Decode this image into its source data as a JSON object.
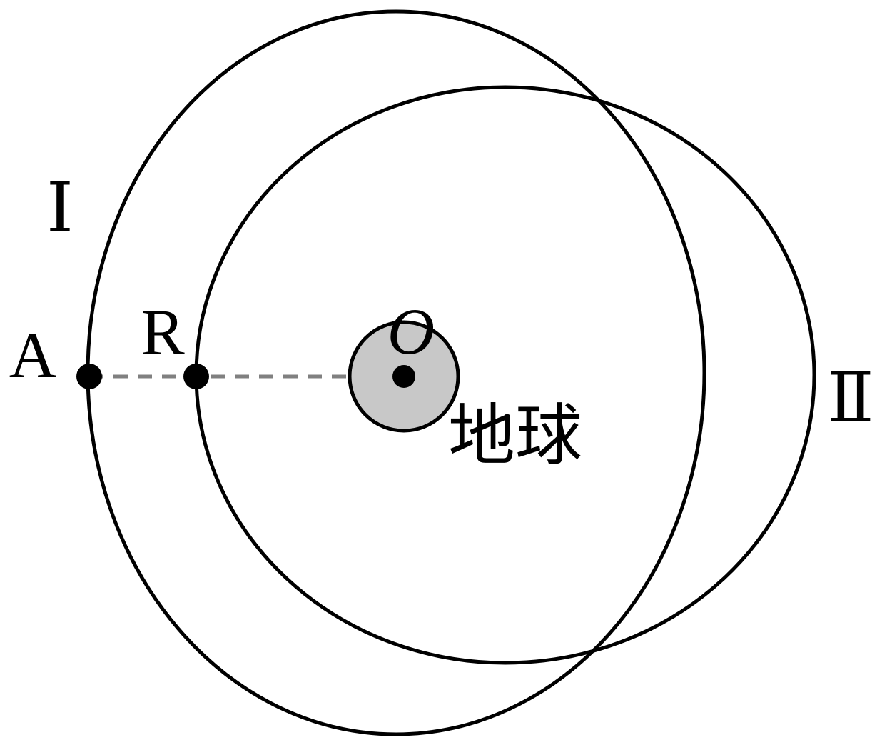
{
  "labels": {
    "orbit_one": "Ⅰ",
    "orbit_two": "Ⅱ",
    "point_a": "A",
    "point_r": "R",
    "center": "O",
    "earth": "地球"
  },
  "colors": {
    "stroke": "#000000",
    "earth_fill": "#c8c8c8",
    "dashed_line": "#808080",
    "background": "#ffffff"
  }
}
